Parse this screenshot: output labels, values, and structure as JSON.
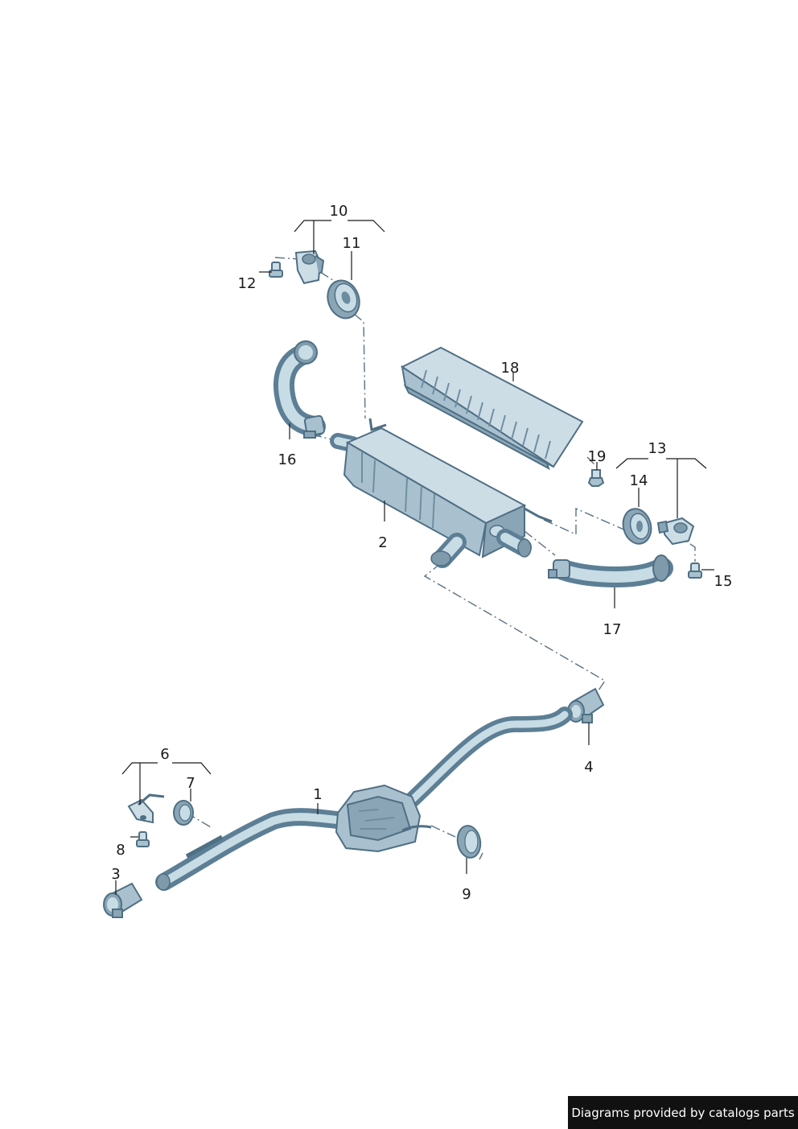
{
  "parts": [
    {
      "number": "1"
    },
    {
      "number": "2"
    },
    {
      "number": "3"
    },
    {
      "number": "4"
    },
    {
      "number": "6"
    },
    {
      "number": "7"
    },
    {
      "number": "8"
    },
    {
      "number": "9"
    },
    {
      "number": "10"
    },
    {
      "number": "11"
    },
    {
      "number": "12"
    },
    {
      "number": "13"
    },
    {
      "number": "14"
    },
    {
      "number": "15"
    },
    {
      "number": "16"
    },
    {
      "number": "17"
    },
    {
      "number": "18"
    },
    {
      "number": "19"
    }
  ],
  "credit": "Diagrams provided by catalogs parts",
  "colors": {
    "background": "#ffffff",
    "metal_light": "#cddde6",
    "metal": "#a9c1cf",
    "metal_dark": "#4f6f84",
    "dash_line": "#5b7183",
    "text": "#1a1a1a",
    "credit_bg": "#111111"
  }
}
